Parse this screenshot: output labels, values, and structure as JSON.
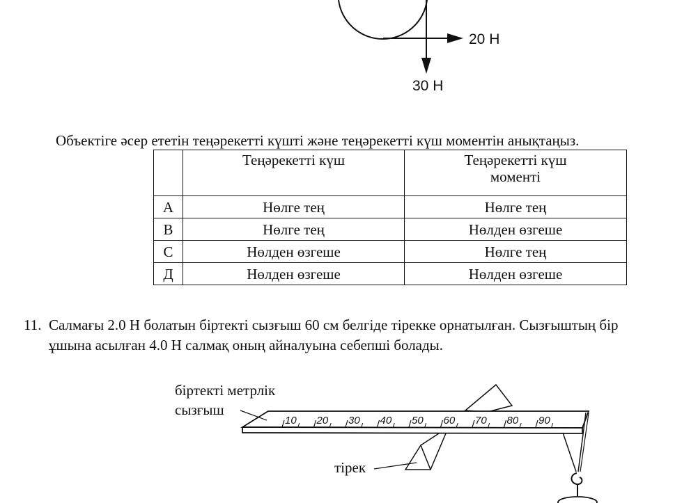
{
  "force_diagram": {
    "force_right_label": "20 Н",
    "force_down_label": "30 Н"
  },
  "question_text": "Объектіге әсер ететін теңәрекетті күшті және теңәрекетті күш моментін анықтаңыз.",
  "table": {
    "header_force": "Теңәрекетті күш",
    "header_moment_line1": "Теңәрекетті күш",
    "header_moment_line2": "моменті",
    "rows": [
      {
        "letter": "A",
        "force": "Нөлге тең",
        "moment": "Нөлге тең"
      },
      {
        "letter": "B",
        "force": "Нөлге тең",
        "moment": "Нөлден өзгеше"
      },
      {
        "letter": "C",
        "force": "Нөлден өзгеше",
        "moment": "Нөлге тең"
      },
      {
        "letter": "Д",
        "force": "Нөлден өзгеше",
        "moment": "Нөлден өзгеше"
      }
    ]
  },
  "question11": {
    "number": "11.",
    "line1": "Салмағы 2.0 Н болатын біртекті сызғыш 60 см белгіде тірекке орнатылған. Сызғыштың бір",
    "line2": "ұшына асылған 4.0 Н салмақ оның айналуына себепші болады."
  },
  "ruler_figure": {
    "ruler_label_line1": "біртекті метрлік",
    "ruler_label_line2": "сызғыш",
    "pivot_label": "тірек",
    "tick_labels": [
      "10",
      "20",
      "30",
      "40",
      "50",
      "60",
      "70",
      "80",
      "90"
    ]
  }
}
